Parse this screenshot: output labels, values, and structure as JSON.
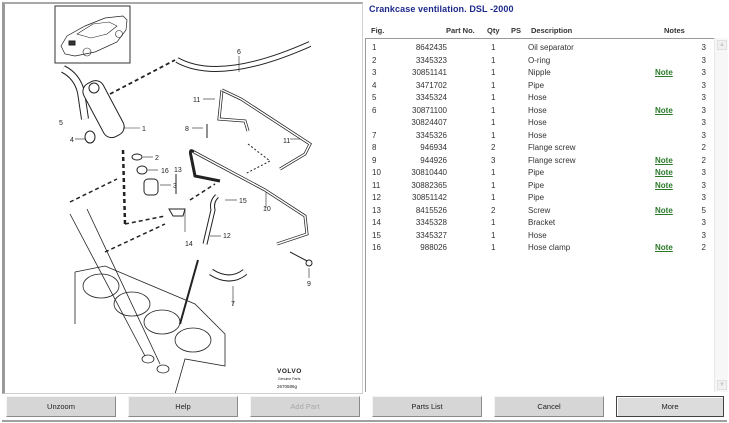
{
  "title": "Crankcase ventilation. DSL -2000",
  "columns": {
    "fig": "Fig.",
    "part_no": "Part No.",
    "qty": "Qty",
    "ps": "PS",
    "description": "Description",
    "notes": "Notes"
  },
  "parts": [
    {
      "fig": "1",
      "part_no": "8642435",
      "qty": "1",
      "ps": "",
      "description": "Oil separator",
      "note": "",
      "n": "3"
    },
    {
      "fig": "2",
      "part_no": "3345323",
      "qty": "1",
      "ps": "",
      "description": "O-ring",
      "note": "",
      "n": "3"
    },
    {
      "fig": "3",
      "part_no": "30851141",
      "qty": "1",
      "ps": "",
      "description": "Nipple",
      "note": "Note",
      "n": "3"
    },
    {
      "fig": "4",
      "part_no": "3471702",
      "qty": "1",
      "ps": "",
      "description": "Pipe",
      "note": "",
      "n": "3"
    },
    {
      "fig": "5",
      "part_no": "3345324",
      "qty": "1",
      "ps": "",
      "description": "Hose",
      "note": "",
      "n": "3"
    },
    {
      "fig": "6",
      "part_no": "30871100",
      "qty": "1",
      "ps": "",
      "description": "Hose",
      "note": "Note",
      "n": "3"
    },
    {
      "fig": "",
      "part_no": "30824407",
      "qty": "1",
      "ps": "",
      "description": "Hose",
      "note": "",
      "n": "3"
    },
    {
      "fig": "7",
      "part_no": "3345326",
      "qty": "1",
      "ps": "",
      "description": "Hose",
      "note": "",
      "n": "3"
    },
    {
      "fig": "8",
      "part_no": "946934",
      "qty": "2",
      "ps": "",
      "description": "Flange screw",
      "note": "",
      "n": "2"
    },
    {
      "fig": "9",
      "part_no": "944926",
      "qty": "3",
      "ps": "",
      "description": "Flange screw",
      "note": "Note",
      "n": "2"
    },
    {
      "fig": "10",
      "part_no": "30810440",
      "qty": "1",
      "ps": "",
      "description": "Pipe",
      "note": "Note",
      "n": "3"
    },
    {
      "fig": "11",
      "part_no": "30882365",
      "qty": "1",
      "ps": "",
      "description": "Pipe",
      "note": "Note",
      "n": "3"
    },
    {
      "fig": "12",
      "part_no": "30851142",
      "qty": "1",
      "ps": "",
      "description": "Pipe",
      "note": "",
      "n": "3"
    },
    {
      "fig": "13",
      "part_no": "8415526",
      "qty": "2",
      "ps": "",
      "description": "Screw",
      "note": "Note",
      "n": "5"
    },
    {
      "fig": "14",
      "part_no": "3345328",
      "qty": "1",
      "ps": "",
      "description": "Bracket",
      "note": "",
      "n": "3"
    },
    {
      "fig": "15",
      "part_no": "3345327",
      "qty": "1",
      "ps": "",
      "description": "Hose",
      "note": "",
      "n": "3"
    },
    {
      "fig": "16",
      "part_no": "988026",
      "qty": "1",
      "ps": "",
      "description": "Hose clamp",
      "note": "Note",
      "n": "2"
    }
  ],
  "diagram": {
    "callouts": [
      "1",
      "2",
      "3",
      "4",
      "5",
      "6",
      "7",
      "8",
      "9",
      "10",
      "11",
      "11",
      "12",
      "13",
      "14",
      "15",
      "16"
    ],
    "brand": "VOLVO",
    "brand_sub": "Genuine Parts",
    "drawing_id": "2670686g"
  },
  "buttons": {
    "unzoom": "Unzoom",
    "help": "Help",
    "add_part": "Add Part",
    "parts_list": "Parts List",
    "cancel": "Cancel",
    "more": "More"
  },
  "colors": {
    "title": "#1d2a8c",
    "note_link": "#2a7a2a",
    "button_face": "#d6d6d6"
  }
}
